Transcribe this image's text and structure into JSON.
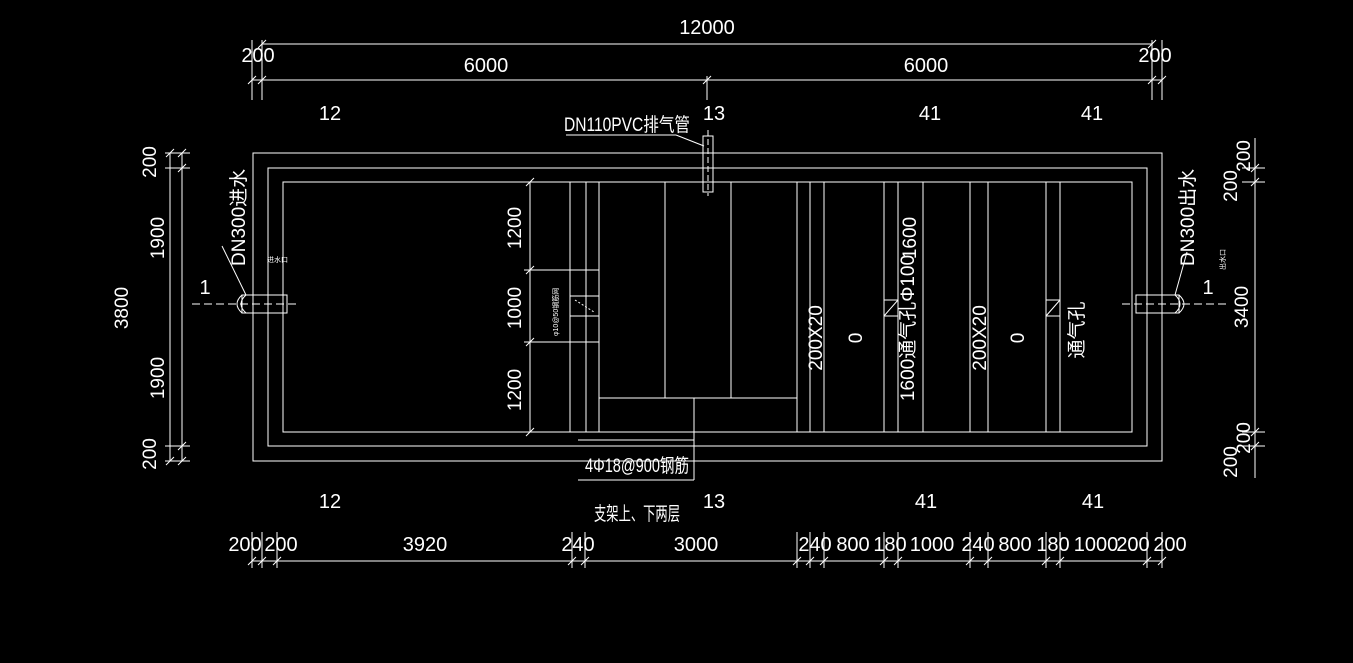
{
  "dims": {
    "total": "12000",
    "top_left": "200",
    "top_right": "200",
    "top_half_left": "6000",
    "top_half_right": "6000",
    "left_total": "3800",
    "left_top_wall": "200",
    "left_upper": "1900",
    "left_lower": "1900",
    "left_bottom_wall": "200",
    "right_total": "3400",
    "right_top_outer": "200",
    "right_top_inner": "200",
    "right_bottom_inner": "200",
    "right_bottom_outer": "200",
    "inner_upper": "1200",
    "inner_mid": "1000",
    "inner_lower": "1200",
    "bottom_chain": [
      "200",
      "200",
      "3920",
      "240",
      "3000",
      "240",
      "800",
      "180",
      "1000",
      "240",
      "800",
      "180",
      "1000",
      "200",
      "200"
    ]
  },
  "axes": {
    "top": [
      "12",
      "13",
      "41",
      "41"
    ],
    "bottom": [
      "12",
      "13",
      "41",
      "41"
    ]
  },
  "section_marks": {
    "left": "1",
    "right": "1"
  },
  "labels": {
    "vent_pipe": "DN110PVC排气管",
    "inlet": "DN300进水",
    "outlet": "DN300出水",
    "inlet_small": "进水口",
    "outlet_small": "出水口",
    "rebar_note": "φ10@50钢筋网",
    "rebar_main": "4Φ18@900钢筋",
    "support_note": "支架上、下两层",
    "opening_1": "200X20",
    "opening_2": "200X20",
    "vent_hole_1": "1600通气孔Φ100",
    "vent_hole_2": "通气孔",
    "height_1600": "1600",
    "mark_1": "0",
    "mark_2": "0"
  }
}
